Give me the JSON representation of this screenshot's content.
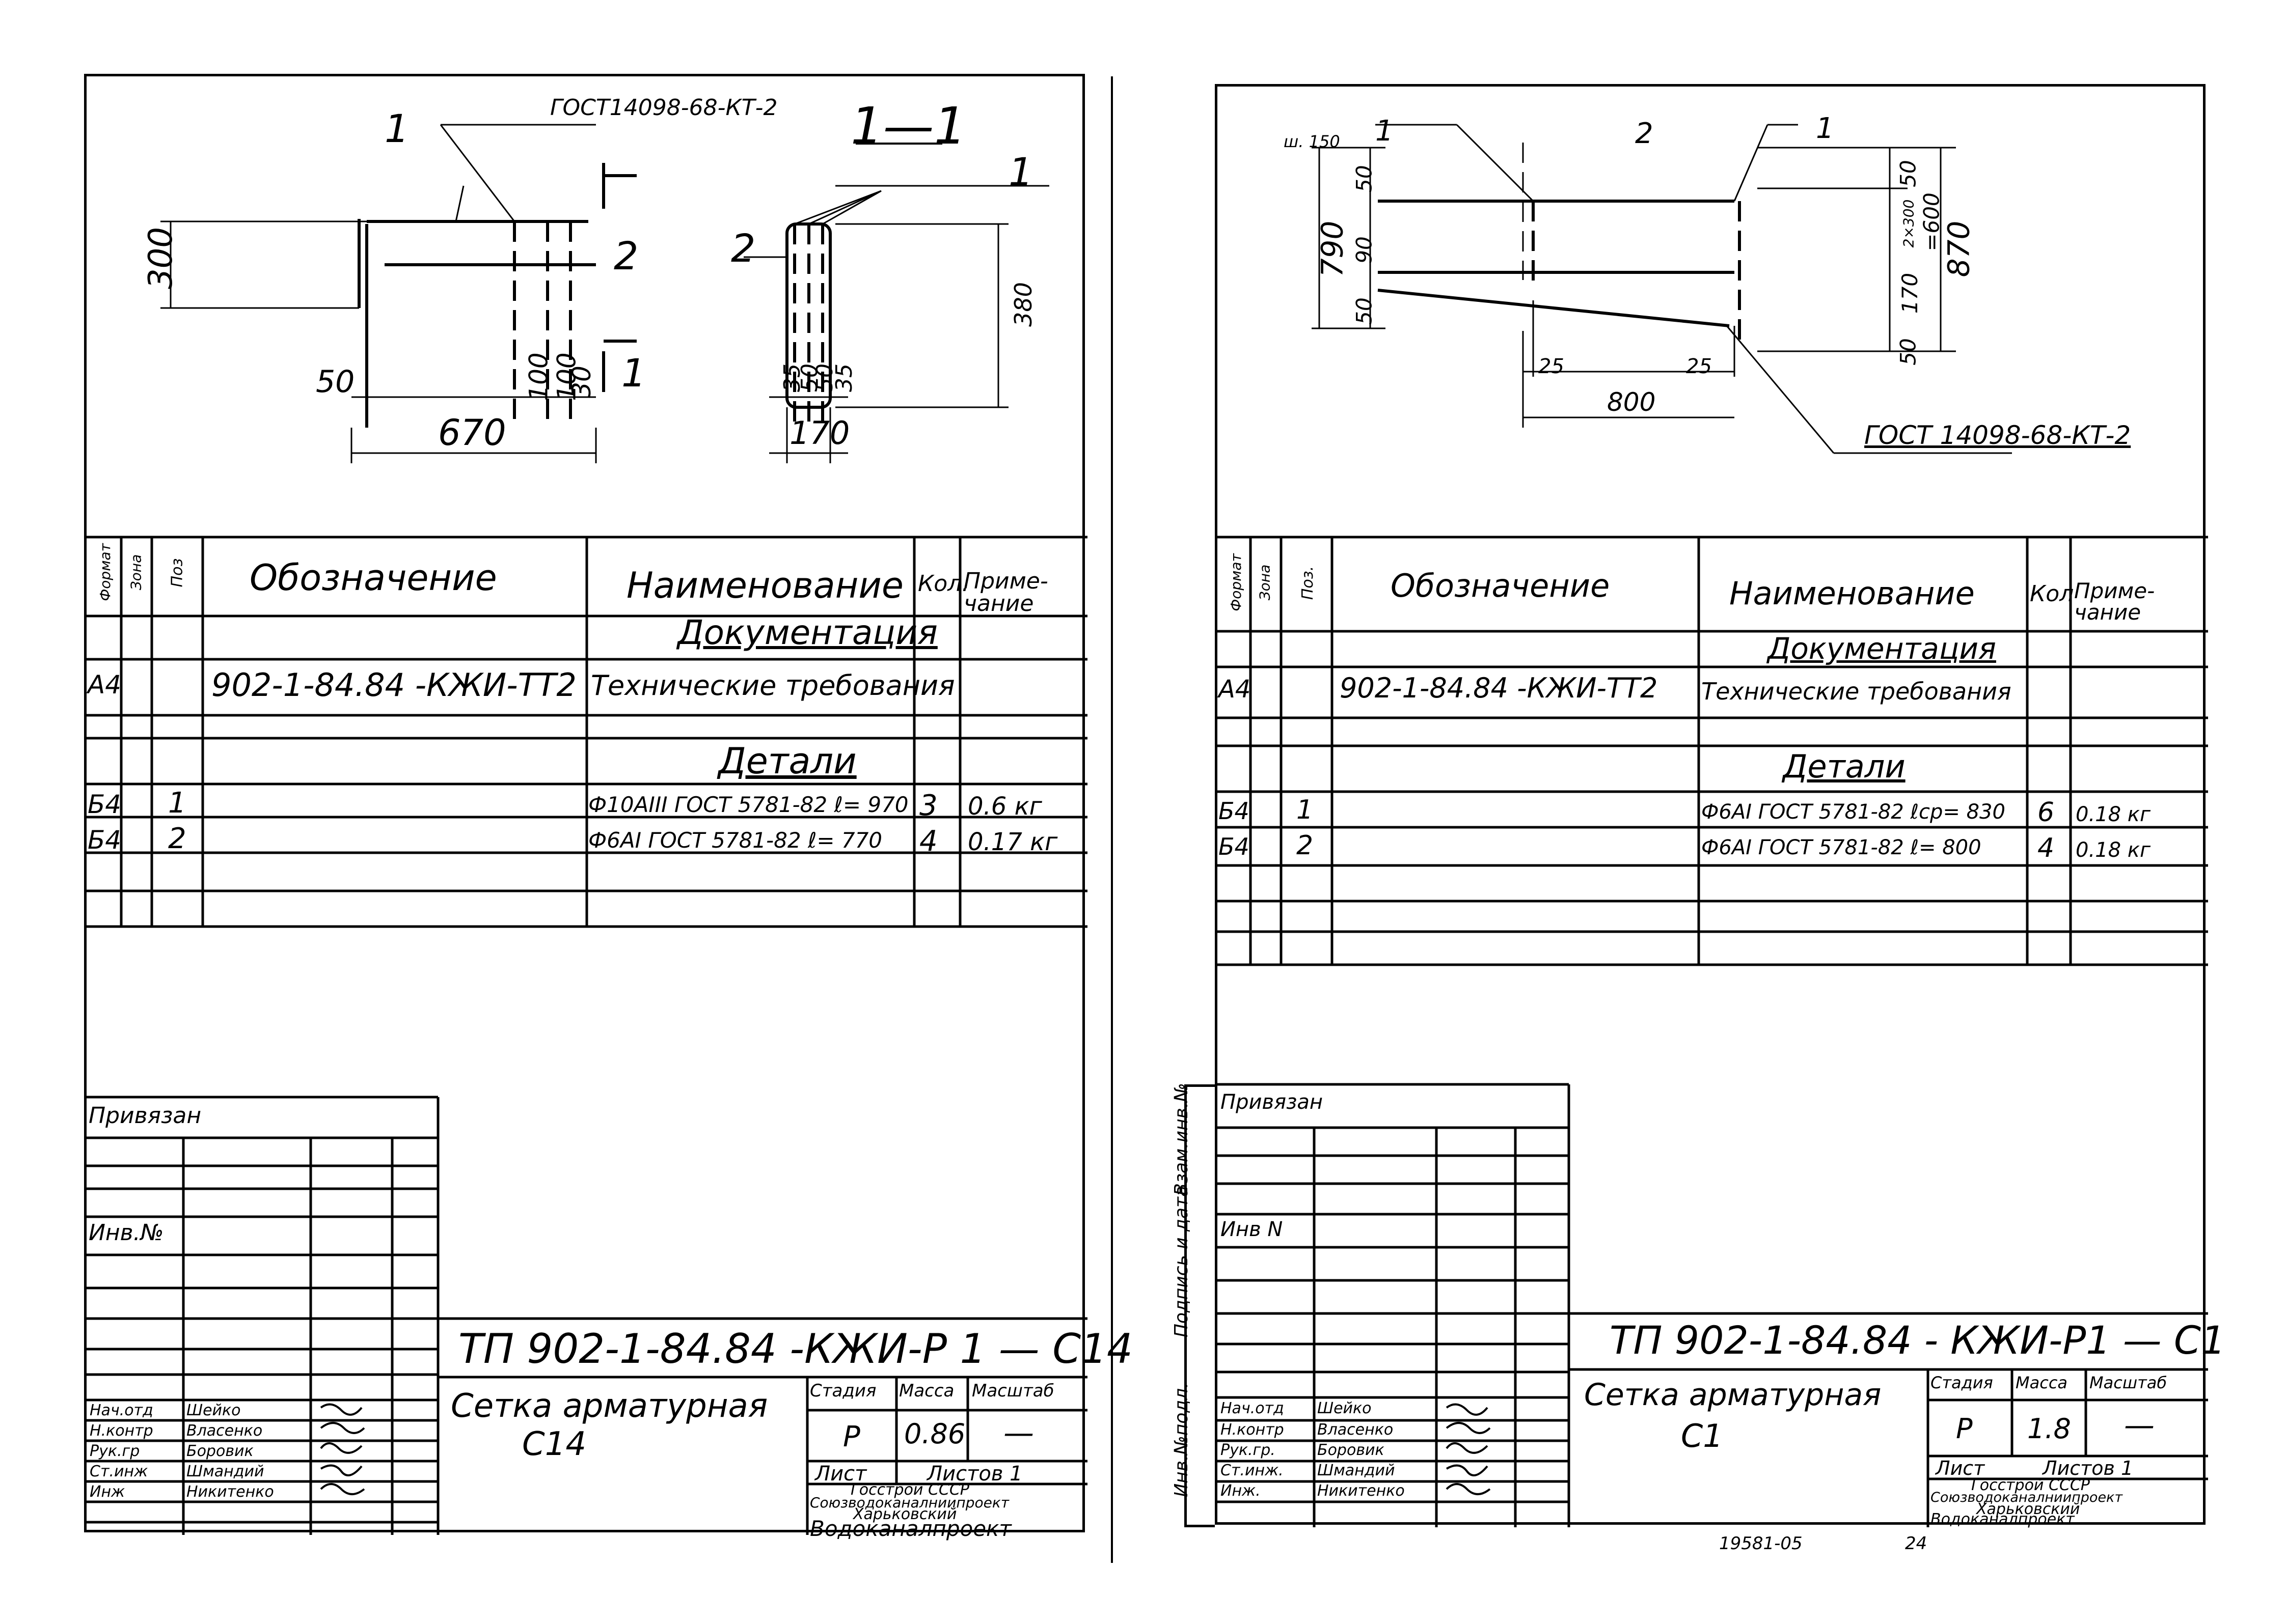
{
  "left": {
    "drawing": {
      "gost_label": "ГОСТ14098-68-КТ-2",
      "section_label": "1—1",
      "callouts": [
        "1",
        "2",
        "1",
        "1",
        "2",
        "1"
      ],
      "dims": {
        "height": "300",
        "bottom_off": "50",
        "pitch_a": "100",
        "pitch_b": "100",
        "pitch_c": "30",
        "overall": "670",
        "sec_height": "380",
        "sec_a": "35",
        "sec_b": "50",
        "sec_c": "50",
        "sec_d": "35",
        "sec_width": "170"
      }
    },
    "spec": {
      "headers": {
        "format": "Формат",
        "zone": "Зона",
        "pos": "Поз",
        "designation": "Обозначение",
        "name": "Наименование",
        "qty": "Кол.",
        "note": "Приме-чание"
      },
      "section_docs": "Документация",
      "doc_format": "А4",
      "doc_designation": "902-1-84.84 -КЖИ-ТТ2",
      "doc_name": "Технические требования",
      "section_parts": "Детали",
      "rows": [
        {
          "format": "Б4",
          "pos": "1",
          "name": "Ф10АIII ГОСТ 5781-82 ℓ= 970",
          "qty": "3",
          "note": "0.6 кг"
        },
        {
          "format": "Б4",
          "pos": "2",
          "name": "Ф6АI ГОСТ 5781-82 ℓ= 770",
          "qty": "4",
          "note": "0.17 кг"
        }
      ]
    },
    "title_block": {
      "privyazan": "Привязан",
      "inv": "Инв.№",
      "code": "ТП 902-1-84.84 -КЖИ-Р 1 — С14",
      "name_line1": "Сетка арматурная",
      "name_line2": "С14",
      "h_stage": "Стадия",
      "h_mass": "Масса",
      "h_scale": "Масштаб",
      "stage": "Р",
      "mass": "0.86",
      "scale": "—",
      "sheet": "Лист",
      "sheets": "Листов 1",
      "org1": "Госстрой СССР",
      "org2": "Союзводоканалниипроект",
      "org3": "Харьковский",
      "org4": "Водоканалпроект",
      "signers": [
        {
          "role": "Нач.отд",
          "name": "Шейко"
        },
        {
          "role": "Н.контр",
          "name": "Власенко"
        },
        {
          "role": "Рук.гр",
          "name": "Боровик"
        },
        {
          "role": "Ст.инж",
          "name": "Шмандий"
        },
        {
          "role": "Инж",
          "name": "Никитенко"
        }
      ]
    }
  },
  "right": {
    "drawing": {
      "gost_label": "ГОСТ 14098-68-КТ-2",
      "step_label": "ш. 150",
      "callouts": [
        "1",
        "2",
        "1"
      ],
      "dims": {
        "d790": "790",
        "d50a": "50",
        "d90": "90",
        "d50b": "50",
        "d50c": "50",
        "d2x300": "2×300",
        "d600": "=600",
        "d170": "170",
        "d50d": "50",
        "d870": "870",
        "d25a": "25",
        "d25b": "25",
        "d800": "800"
      }
    },
    "spec": {
      "headers": {
        "format": "Формат",
        "zone": "Зона",
        "pos": "Поз.",
        "designation": "Обозначение",
        "name": "Наименование",
        "qty": "Кол",
        "note": "Приме-чание"
      },
      "section_docs": "Документация",
      "doc_format": "А4",
      "doc_designation": "902-1-84.84 -КЖИ-ТТ2",
      "doc_name": "Технические требования",
      "section_parts": "Детали",
      "rows": [
        {
          "format": "Б4",
          "pos": "1",
          "name": "Ф6АI ГОСТ 5781-82 ℓср= 830",
          "qty": "6",
          "note": "0.18 кг"
        },
        {
          "format": "Б4",
          "pos": "2",
          "name": "Ф6АI ГОСТ 5781-82 ℓ= 800",
          "qty": "4",
          "note": "0.18 кг"
        }
      ]
    },
    "title_block": {
      "privyazan": "Привязан",
      "inv": "Инв N",
      "side_labels": [
        "Инв.№подл.",
        "Подпись и дата",
        "Взам.инв.№"
      ],
      "code": "ТП 902-1-84.84 - КЖИ-Р1 — С1",
      "name_line1": "Сетка арматурная",
      "name_line2": "С1",
      "h_stage": "Стадия",
      "h_mass": "Масса",
      "h_scale": "Масштаб",
      "stage": "Р",
      "mass": "1.8",
      "scale": "—",
      "sheet": "Лист",
      "sheets": "Листов 1",
      "org1": "Госстрой СССР",
      "org2": "Союзводоканалниипроект",
      "org3": "Харьковский",
      "org4": "Водоканалпроект",
      "signers": [
        {
          "role": "Нач.отд",
          "name": "Шейко"
        },
        {
          "role": "Н.контр",
          "name": "Власенко"
        },
        {
          "role": "Рук.гр.",
          "name": "Боровик"
        },
        {
          "role": "Ст.инж.",
          "name": "Шмандий"
        },
        {
          "role": "Инж.",
          "name": "Никитенко"
        }
      ]
    },
    "footer_number": "19581-05",
    "footer_page": "24"
  }
}
